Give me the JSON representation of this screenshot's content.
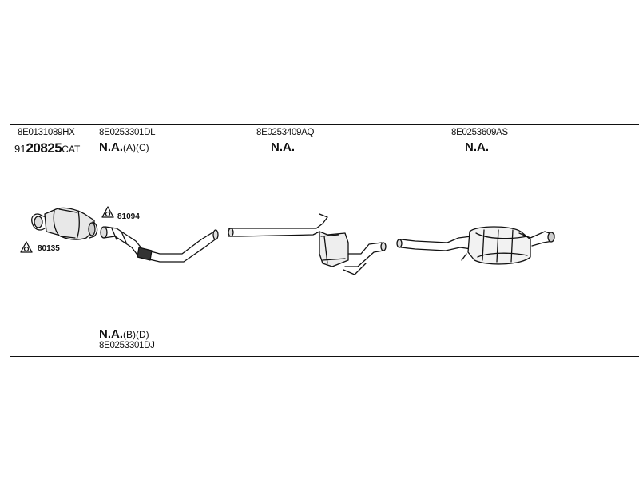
{
  "parts": {
    "cat_part_number": "8E0131089HX",
    "cat_code_prefix": "91",
    "cat_code_main": "20825",
    "cat_code_suffix": "CAT",
    "front_pipe_part_number": "8E0253301DL",
    "front_pipe_na": "N.A.",
    "front_pipe_na_suffix": "(A)(C)",
    "center_part_number": "8E0253409AQ",
    "center_na": "N.A.",
    "rear_part_number": "8E0253609AS",
    "rear_na": "N.A.",
    "lower_na": "N.A.",
    "lower_na_suffix": "(B)(D)",
    "lower_part_number": "8E0253301DJ"
  },
  "accessories": {
    "gasket_1": "81094",
    "gasket_2": "80135"
  }
}
